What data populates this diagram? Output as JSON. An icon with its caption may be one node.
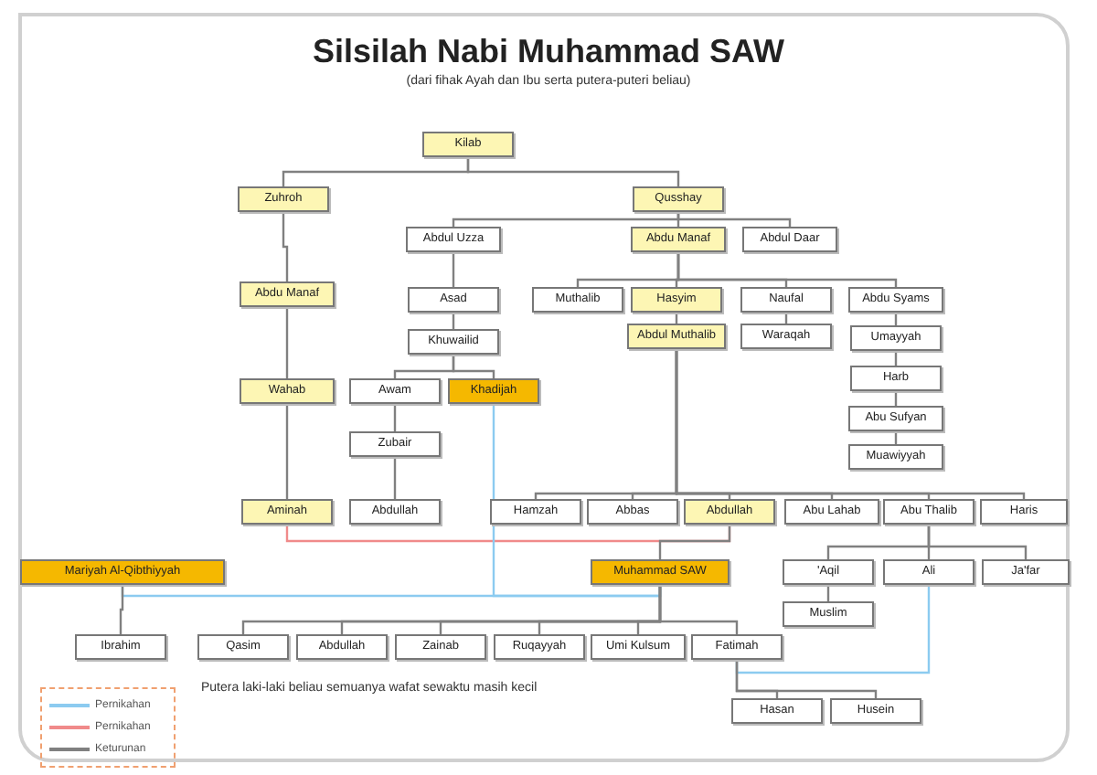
{
  "diagram": {
    "title": "Silsilah Nabi Muhammad SAW",
    "caption": "(dari fihak Ayah dan Ibu serta putera-puteri beliau)",
    "nodes": [
      {
        "text": [
          "Kilab"
        ]
      },
      {
        "text": [
          "Zuhroh"
        ]
      },
      {
        "text": [
          "Qusshay"
        ]
      },
      {
        "text": [
          "Abdul Uzza"
        ]
      },
      {
        "text": [
          "Abdu Manaf"
        ]
      },
      {
        "text": [
          "Abdul Daar"
        ]
      },
      {
        "text": [
          "Abdu Manaf"
        ]
      },
      {
        "text": [
          "Asad"
        ]
      },
      {
        "text": [
          "Muthalib"
        ]
      },
      {
        "text": [
          "Hasyim"
        ]
      },
      {
        "text": [
          "Naufal"
        ]
      },
      {
        "text": [
          "Abdu Syams"
        ]
      },
      {
        "text": [
          "Abdul Muthalib"
        ]
      },
      {
        "text": [
          "Waraqah"
        ]
      },
      {
        "text": [
          "Umayyah"
        ]
      },
      {
        "text": [
          "Khuwailid"
        ]
      },
      {
        "text": [
          "Wahab"
        ]
      },
      {
        "text": [
          "Awam"
        ]
      },
      {
        "text": [
          "Khadijah"
        ]
      },
      {
        "text": [
          "Harb"
        ]
      },
      {
        "text": [
          "Zubair"
        ]
      },
      {
        "text": [
          "Abu Sufyan"
        ]
      },
      {
        "text": [
          "Muawiyyah"
        ]
      },
      {
        "text": [
          "Aminah"
        ]
      },
      {
        "text": [
          "Abdullah"
        ]
      },
      {
        "text": [
          "Hamzah"
        ]
      },
      {
        "text": [
          "Abbas"
        ]
      },
      {
        "text": [
          "Abdullah"
        ]
      },
      {
        "text": [
          "Abu Lahab"
        ]
      },
      {
        "text": [
          "Abu Thalib"
        ]
      },
      {
        "text": [
          "Haris"
        ]
      },
      {
        "text": [
          "Mariyah Al-Qibthiyyah"
        ]
      },
      {
        "text": [
          "Muhammad SAW"
        ]
      },
      {
        "text": [
          "'Aqil"
        ]
      },
      {
        "text": [
          "Ali"
        ]
      },
      {
        "text": [
          "Ja'far"
        ]
      },
      {
        "text": [
          "Muslim"
        ]
      },
      {
        "text": [
          "Ibrahim"
        ]
      },
      {
        "text": [
          "Qasim"
        ]
      },
      {
        "text": [
          "Abdullah"
        ]
      },
      {
        "text": [
          "Zainab"
        ]
      },
      {
        "text": [
          "Ruqayyah"
        ]
      },
      {
        "text": [
          "Umi Kulsum"
        ]
      },
      {
        "text": [
          "Fatimah"
        ]
      },
      {
        "text": [
          "Hasan"
        ]
      },
      {
        "text": [
          "Husein"
        ]
      }
    ],
    "edges": [
      {
        "from": 0,
        "to": 1,
        "arrow": "none"
      },
      {
        "from": 0,
        "to": 2,
        "arrow": "none"
      },
      {
        "from": 1,
        "to": 6,
        "arrow": "none"
      },
      {
        "from": 6,
        "to": 16,
        "arrow": "none"
      },
      {
        "from": 16,
        "to": 23,
        "arrow": "none"
      },
      {
        "from": 2,
        "to": 3,
        "arrow": "none"
      },
      {
        "from": 2,
        "to": 4,
        "arrow": "none"
      },
      {
        "from": 2,
        "to": 5,
        "arrow": "none"
      },
      {
        "from": 3,
        "to": 7,
        "arrow": "none"
      },
      {
        "from": 7,
        "to": 15,
        "arrow": "none"
      },
      {
        "from": 15,
        "to": 17,
        "arrow": "none"
      },
      {
        "from": 15,
        "to": 18,
        "arrow": "none"
      },
      {
        "from": 17,
        "to": 20,
        "arrow": "none"
      },
      {
        "from": 20,
        "to": 24,
        "arrow": "none"
      },
      {
        "from": 4,
        "to": 8,
        "arrow": "none"
      },
      {
        "from": 4,
        "to": 9,
        "arrow": "none"
      },
      {
        "from": 4,
        "to": 10,
        "arrow": "none"
      },
      {
        "from": 4,
        "to": 11,
        "arrow": "none"
      },
      {
        "from": 9,
        "to": 12,
        "arrow": "none"
      },
      {
        "from": 10,
        "to": 13,
        "arrow": "none"
      },
      {
        "from": 11,
        "to": 14,
        "arrow": "none"
      },
      {
        "from": 14,
        "to": 19,
        "arrow": "none"
      },
      {
        "from": 19,
        "to": 21,
        "arrow": "none"
      },
      {
        "from": 21,
        "to": 22,
        "arrow": "none"
      },
      {
        "from": 12,
        "to": 25,
        "arrow": "none"
      },
      {
        "from": 12,
        "to": 26,
        "arrow": "none"
      },
      {
        "from": 12,
        "to": 27,
        "arrow": "none"
      },
      {
        "from": 12,
        "to": 28,
        "arrow": "none"
      },
      {
        "from": 12,
        "to": 29,
        "arrow": "none"
      },
      {
        "from": 12,
        "to": 30,
        "arrow": "none"
      },
      {
        "from": 23,
        "to": 27,
        "arrow": "none",
        "color": "#f08a8a"
      },
      {
        "from": 27,
        "to": 32,
        "arrow": "none"
      },
      {
        "from": 18,
        "to": 32,
        "arrow": "none",
        "color": "#8ccbf0"
      },
      {
        "from": 31,
        "to": 32,
        "arrow": "none",
        "color": "#8ccbf0"
      },
      {
        "from": 29,
        "to": 33,
        "arrow": "none"
      },
      {
        "from": 29,
        "to": 34,
        "arrow": "none"
      },
      {
        "from": 29,
        "to": 35,
        "arrow": "none"
      },
      {
        "from": 33,
        "to": 36,
        "arrow": "none"
      },
      {
        "from": 31,
        "to": 37,
        "arrow": "none"
      },
      {
        "from": 32,
        "to": 38,
        "arrow": "none"
      },
      {
        "from": 32,
        "to": 39,
        "arrow": "none"
      },
      {
        "from": 32,
        "to": 40,
        "arrow": "none"
      },
      {
        "from": 32,
        "to": 41,
        "arrow": "none"
      },
      {
        "from": 32,
        "to": 42,
        "arrow": "none"
      },
      {
        "from": 32,
        "to": 43,
        "arrow": "none"
      },
      {
        "from": 43,
        "to": 34,
        "arrow": "none",
        "color": "#8ccbf0"
      },
      {
        "from": 43,
        "to": 44,
        "arrow": "none"
      },
      {
        "from": 43,
        "to": 45,
        "arrow": "none"
      }
    ],
    "labels": [
      "Putera laki-laki beliau semuanya wafat sewaktu masih kecil"
    ],
    "legend": [
      {
        "text": "Pernikahan",
        "color": "#8ccbf0"
      },
      {
        "text": "Pernikahan",
        "color": "#f08a8a"
      },
      {
        "text": "Keturunan",
        "color": "#808080"
      }
    ]
  }
}
